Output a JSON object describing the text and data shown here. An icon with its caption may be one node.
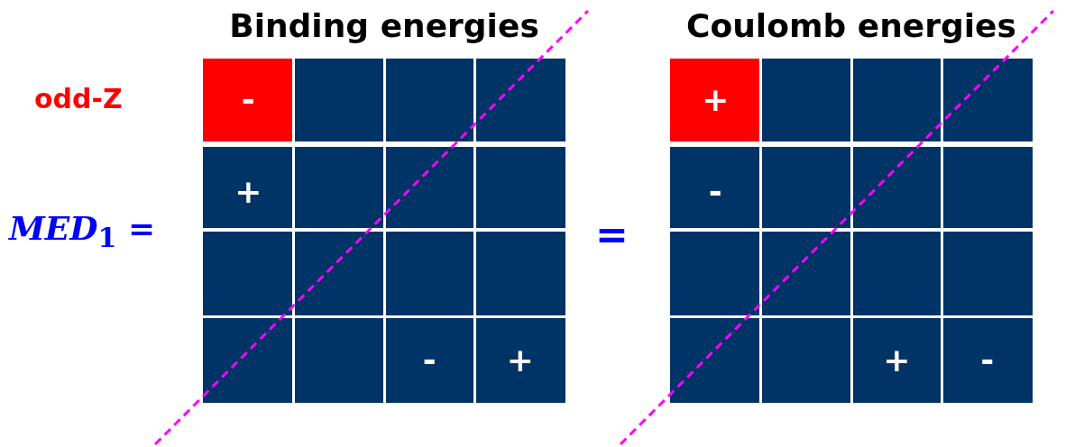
{
  "diagram": {
    "labels": [
      "Binding energies",
      "Coulomb energies",
      "odd-Z",
      "*MED*$_{1}$ =",
      "=",
      "-",
      "+",
      "+",
      "-",
      "-",
      "+",
      "+",
      "-"
    ]
  }
}
